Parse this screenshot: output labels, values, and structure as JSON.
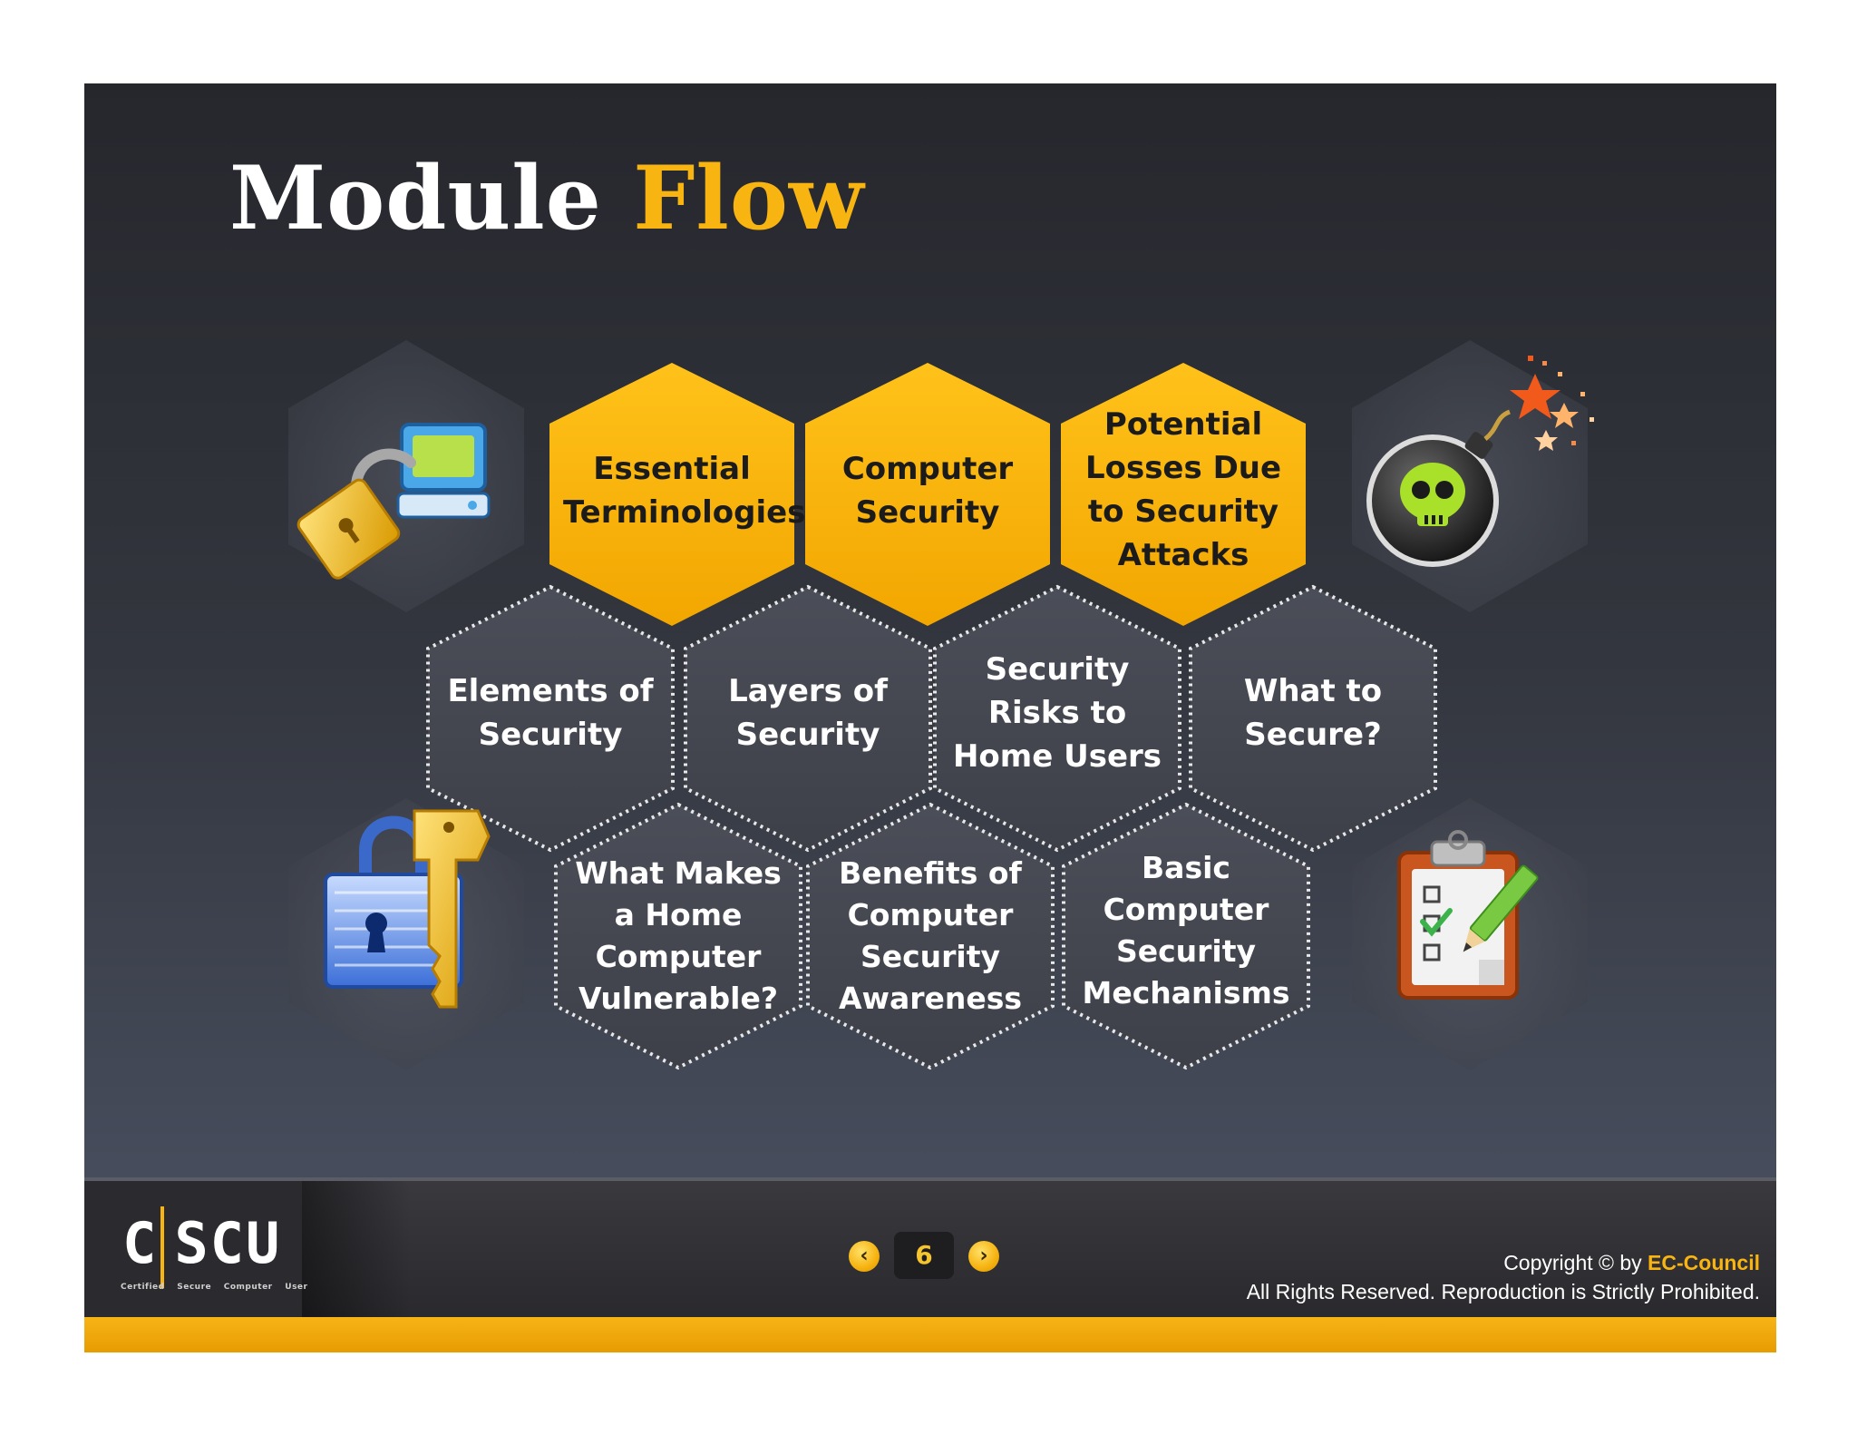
{
  "title": {
    "main": "Module Flow",
    "part1": "Module",
    "part2": "Flow"
  },
  "hexagons": {
    "essential_terminologies": [
      "Essential",
      "Terminologies"
    ],
    "computer_security": [
      "Computer",
      "Security"
    ],
    "potential_losses": [
      "Potential",
      "Losses Due",
      "to Security",
      "Attacks"
    ],
    "elements_of_security": [
      "Elements of",
      "Security"
    ],
    "layers_of_security": [
      "Layers of",
      "Security"
    ],
    "security_risks": [
      "Security",
      "Risks to",
      "Home Users"
    ],
    "what_to_secure": [
      "What to",
      "Secure?"
    ],
    "what_makes_vulnerable": [
      "What Makes",
      "a Home",
      "Computer",
      "Vulnerable?"
    ],
    "benefits_awareness": [
      "Benefits of",
      "Computer",
      "Security",
      "Awareness"
    ],
    "basic_mechanisms": [
      "Basic",
      "Computer",
      "Security",
      "Mechanisms"
    ]
  },
  "icons": [
    "padlock-computer-icon",
    "bomb-skull-icon",
    "lock-key-icon",
    "checklist-clipboard-icon"
  ],
  "colors": {
    "accent": "#f8b512",
    "background": "#2c2e35",
    "hex_fill": "#4a4d57",
    "text": "#ffffff"
  },
  "footer": {
    "logo": "C|SCU",
    "logo_letters": [
      "C",
      "SCU"
    ],
    "logo_sub": [
      "Certified",
      "Secure",
      "Computer",
      "User"
    ],
    "page_number": "6",
    "prev_glyph": "‹",
    "next_glyph": "›",
    "copyright_prefix": "Copyright © by",
    "copyright_brand": "EC-Council",
    "rights": "All Rights Reserved. Reproduction is Strictly Prohibited."
  }
}
